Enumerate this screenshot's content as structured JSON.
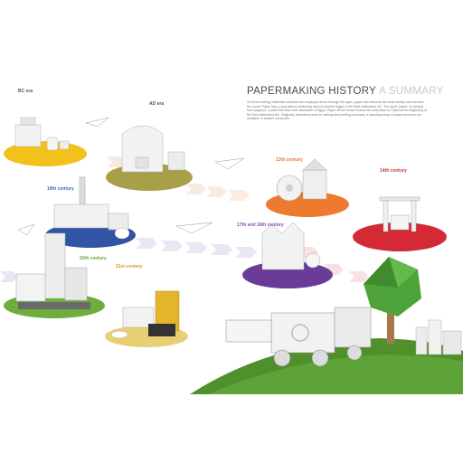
{
  "poster": {
    "title": "PAPERMAKING HISTORY",
    "subtitle": "A SUMMARY",
    "intro": "Of all the writing materials mankind has employed down through the ages, paper has become the most widely used around the world. Paper has a long history stretching back to ancient Egypt in the third millennium BC. The word \"paper\" is derived from papyrus, a plant that was once abundant in Egypt. Paper as we know it traces its roots back to China at the beginning of the first millennium AD. Originally intended purely for writing and printing purposes, a dazzling array of paper products are available in today's consumer."
  },
  "eras": {
    "e1": "BC era",
    "e2": "AD era",
    "e3": "19th century",
    "e4": "20th century",
    "e5": "21st century",
    "e6": "13th century",
    "e7": "14th century",
    "e8": "17th and 18th century"
  },
  "colors": {
    "yellow": "#f2c21b",
    "orange": "#ee7a2f",
    "red": "#d42a36",
    "purple": "#6a3c97",
    "blue": "#2f55a4",
    "green": "#6dae3d",
    "gold": "#e3b52a",
    "grass": "#4f8f2c",
    "tree": "#4ea23a"
  }
}
